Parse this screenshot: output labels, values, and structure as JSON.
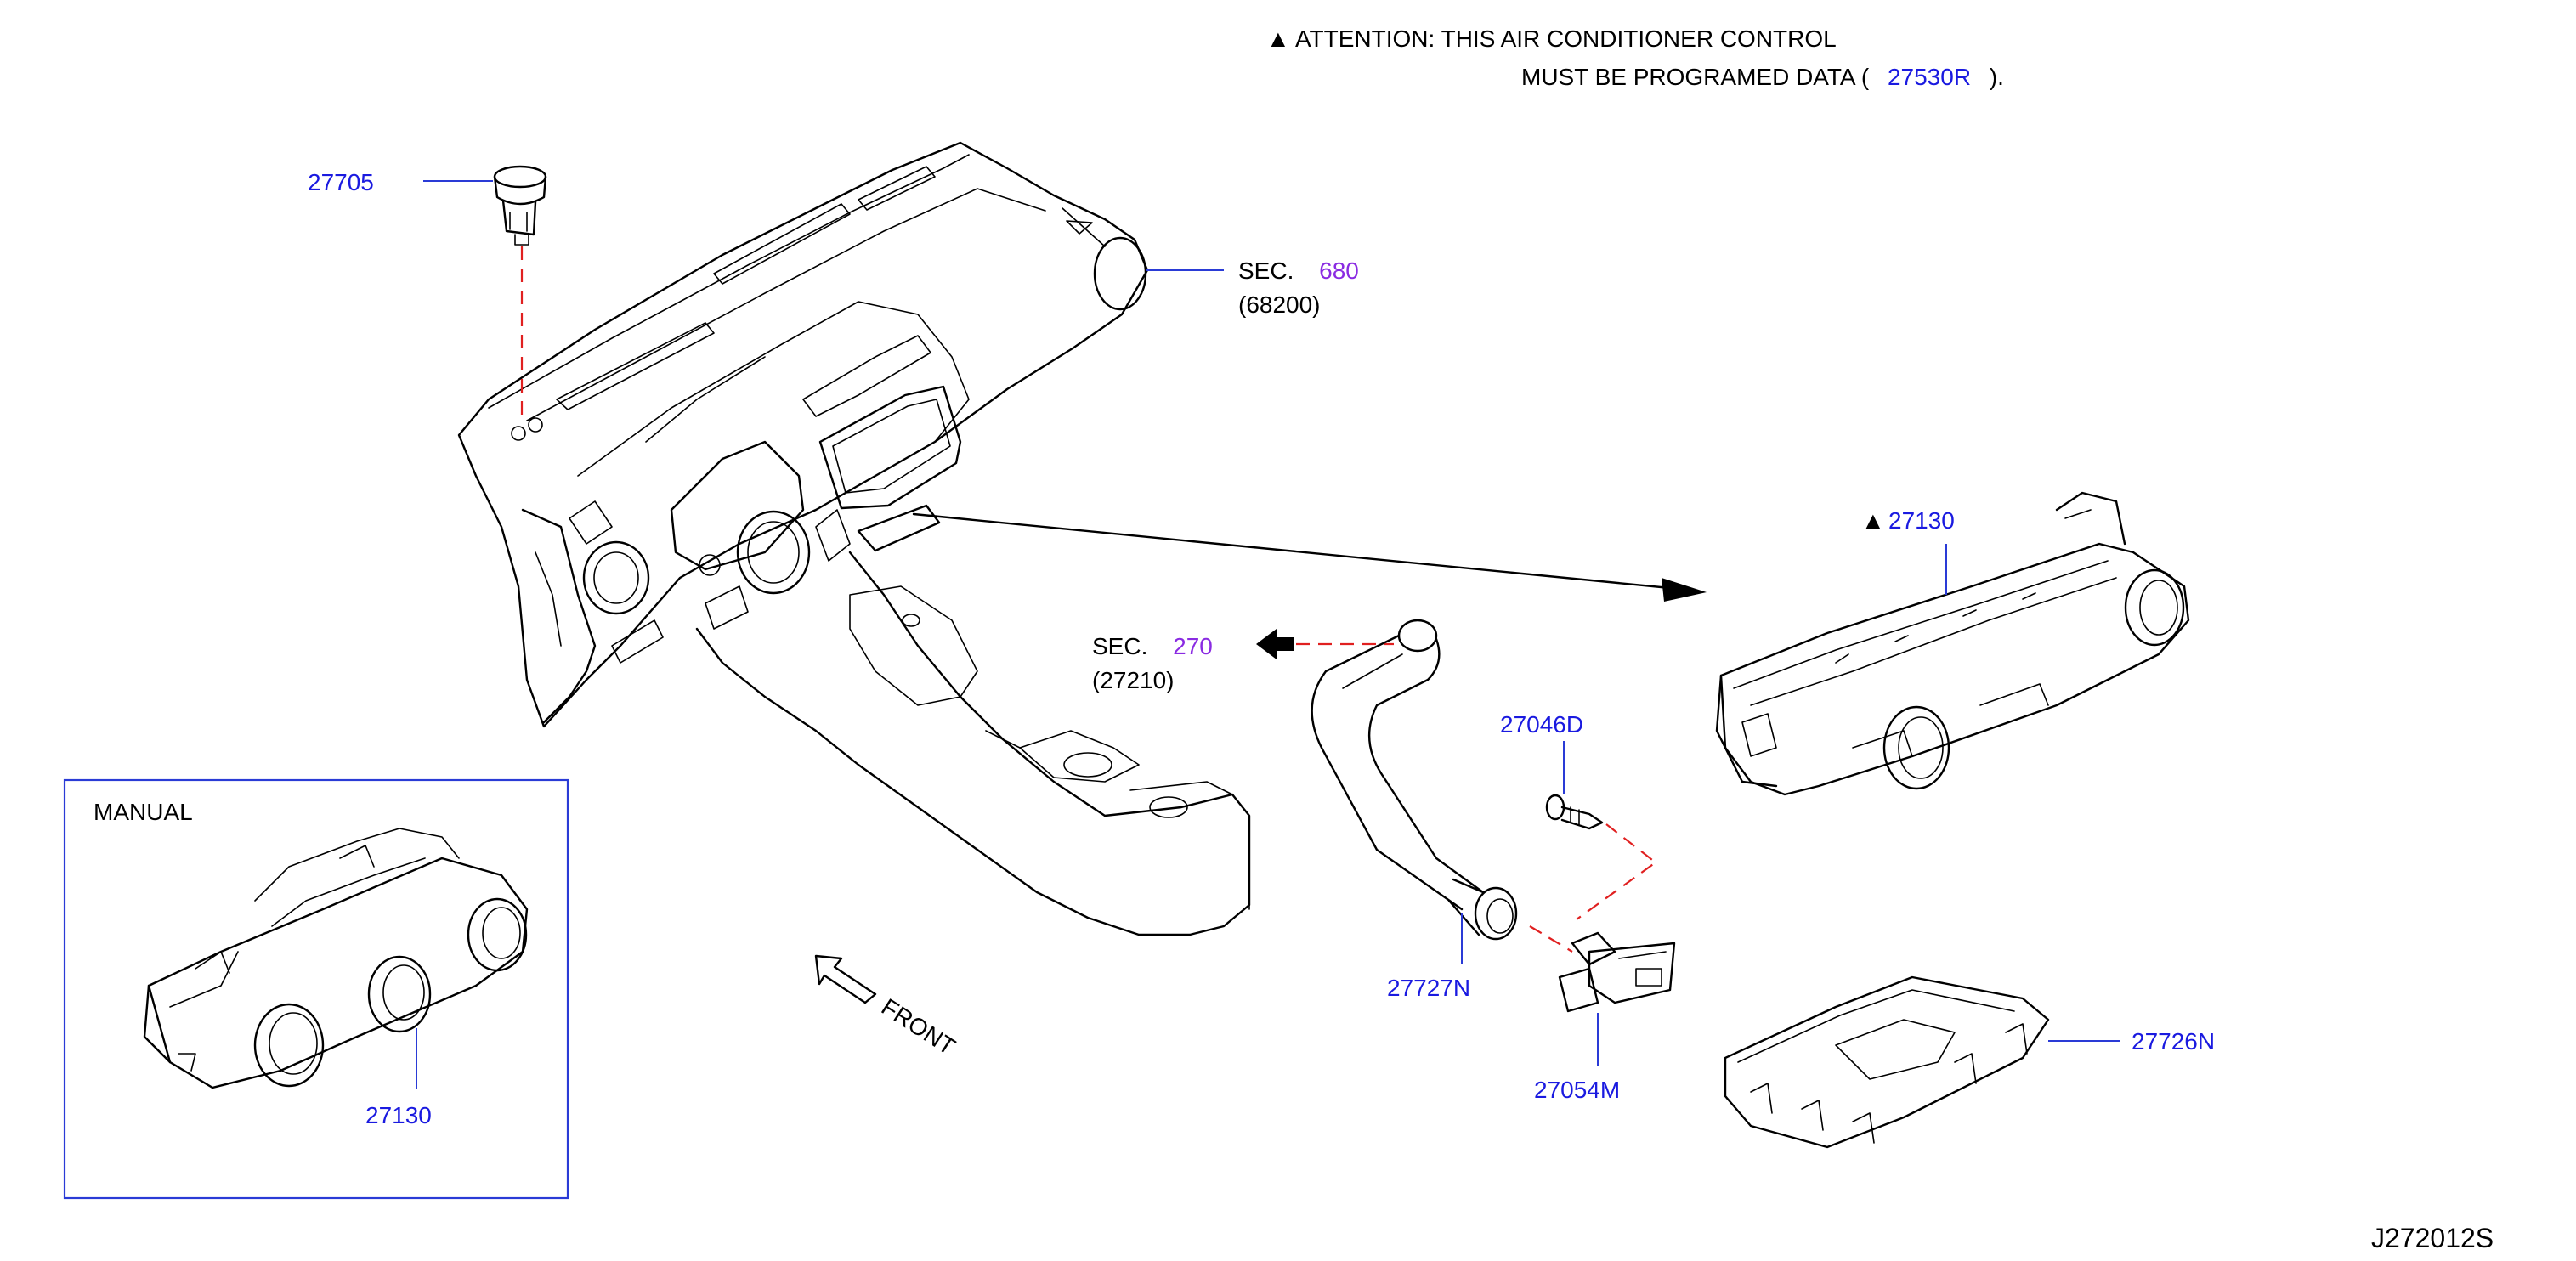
{
  "attention": {
    "line1": "▲ ATTENTION:  THIS  AIR  CONDITIONER  CONTROL",
    "line2_prefix": "MUST  BE  PROGRAMED  DATA  (",
    "line2_ref": "27530R",
    "line2_suffix": ")."
  },
  "parts": {
    "p27705": "27705",
    "p27130_top": "27130",
    "p27130_top_mark": "▲",
    "p27046D": "27046D",
    "p27727N": "27727N",
    "p27054M": "27054M",
    "p27726N": "27726N",
    "p27130_manual": "27130"
  },
  "sections": {
    "sec680_label": "SEC.",
    "sec680_num": "680",
    "sec680_ref": "(68200)",
    "sec270_label": "SEC.",
    "sec270_num": "270",
    "sec270_ref": "(27210)"
  },
  "manual_box_label": "MANUAL",
  "front_label": "FRONT",
  "diagram_id": "J272012S",
  "colors": {
    "part_number": "#1a1ae0",
    "section_number": "#8a2be2",
    "leader_line": "#2a3bd6",
    "dashed_line": "#e02020",
    "manual_box_border": "#2a3bd6"
  }
}
